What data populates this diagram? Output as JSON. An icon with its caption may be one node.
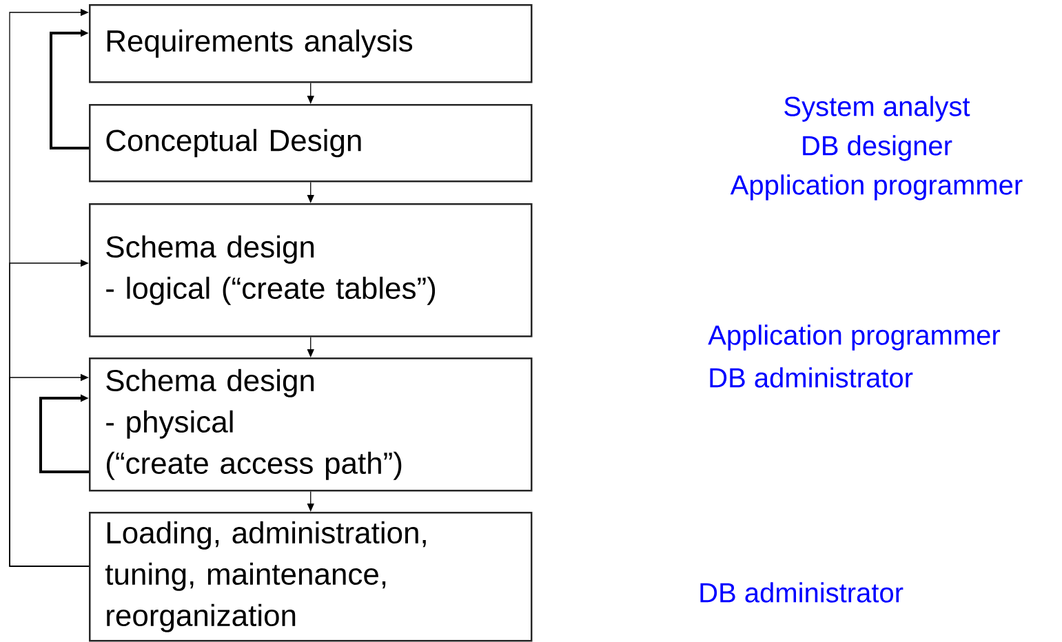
{
  "diagram": {
    "nodes": [
      {
        "text": [
          "Requirements analysis"
        ]
      },
      {
        "text": [
          "Conceptual Design"
        ]
      },
      {
        "text": [
          "Schema design",
          "- logical  (“create tables”)"
        ]
      },
      {
        "text": [
          "Schema design",
          "- physical",
          "(“create access path”)"
        ]
      },
      {
        "text": [
          "Loading, administration, tuning, maintenance, reorganization"
        ]
      }
    ],
    "edges": [
      {
        "from": 0,
        "to": 1,
        "arrow": "to"
      },
      {
        "from": 1,
        "to": 2,
        "arrow": "to"
      },
      {
        "from": 2,
        "to": 3,
        "arrow": "to"
      },
      {
        "from": 3,
        "to": 4,
        "arrow": "to"
      },
      {
        "from": 1,
        "to": 0,
        "arrow": "to",
        "style": "thick"
      },
      {
        "from": 3,
        "to": 3,
        "arrow": "to",
        "style": "thick"
      },
      {
        "from": 4,
        "to": 0,
        "arrow": "to"
      },
      {
        "from": 4,
        "to": 2,
        "arrow": "to"
      },
      {
        "from": 4,
        "to": 3,
        "arrow": "to"
      }
    ],
    "labels": [
      "System analyst",
      "DB designer",
      "Application programmer",
      "Application programmer",
      "DB administrator",
      "DB administrator"
    ]
  }
}
